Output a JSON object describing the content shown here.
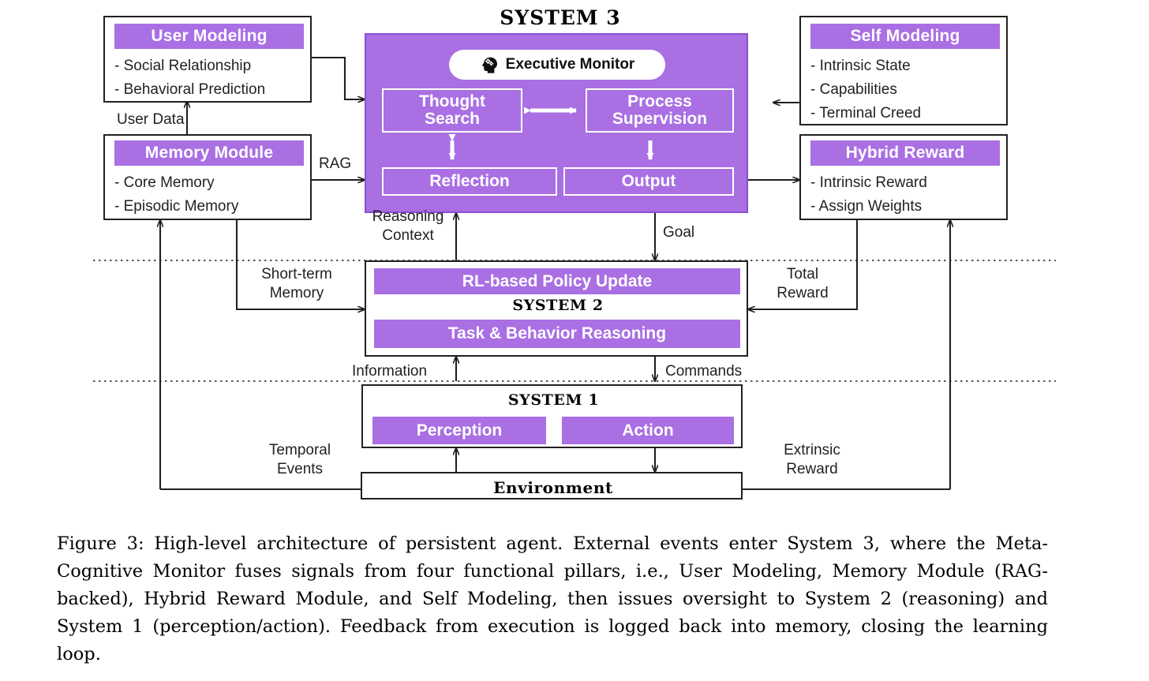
{
  "colors": {
    "purple": "#a96fe3",
    "purple_border": "#8a4fd0",
    "ink": "#231f20",
    "white": "#ffffff"
  },
  "diagram": {
    "system3": {
      "title": "SYSTEM 3",
      "monitor_pill": "Executive Monitor",
      "monitor_icon": "head-gears-icon",
      "cells": [
        {
          "label": "Thought\nSearch"
        },
        {
          "label": "Process\nSupervision"
        },
        {
          "label": "Reflection"
        },
        {
          "label": "Output"
        }
      ]
    },
    "system2": {
      "title": "SYSTEM 2",
      "top_bar": "RL-based Policy Update",
      "bottom_bar": "Task & Behavior Reasoning"
    },
    "system1": {
      "title": "SYSTEM 1",
      "left_bar": "Perception",
      "right_bar": "Action"
    },
    "environment": {
      "title": "Environment"
    },
    "modules": [
      {
        "id": "user-modeling",
        "header": "User Modeling",
        "items": [
          "- Social Relationship",
          "- Behavioral Prediction"
        ]
      },
      {
        "id": "memory-module",
        "header": "Memory Module",
        "items": [
          "- Core Memory",
          "- Episodic Memory"
        ]
      },
      {
        "id": "self-modeling",
        "header": "Self Modeling",
        "items": [
          "- Intrinsic State",
          "- Capabilities",
          "- Terminal Creed"
        ]
      },
      {
        "id": "hybrid-reward",
        "header": "Hybrid Reward",
        "items": [
          "- Intrinsic Reward",
          "- Assign Weights"
        ]
      }
    ],
    "edge_labels": {
      "user_data": "User Data",
      "rag": "RAG",
      "reasoning_context": "Reasoning\nContext",
      "goal": "Goal",
      "short_term_memory": "Short-term\nMemory",
      "total_reward": "Total\nReward",
      "information": "Information",
      "commands": "Commands",
      "temporal_events": "Temporal\nEvents",
      "extrinsic_reward": "Extrinsic\nReward"
    }
  },
  "caption": {
    "text": "Figure 3: High-level architecture of persistent agent. External events enter System 3, where the Meta-Cognitive Monitor fuses signals from four functional pillars, i.e., User Modeling, Memory Module (RAG-backed), Hybrid Reward Module, and Self Modeling, then issues oversight to System 2 (reasoning) and System 1 (perception/action). Feedback from execution is logged back into memory, closing the learning loop."
  }
}
